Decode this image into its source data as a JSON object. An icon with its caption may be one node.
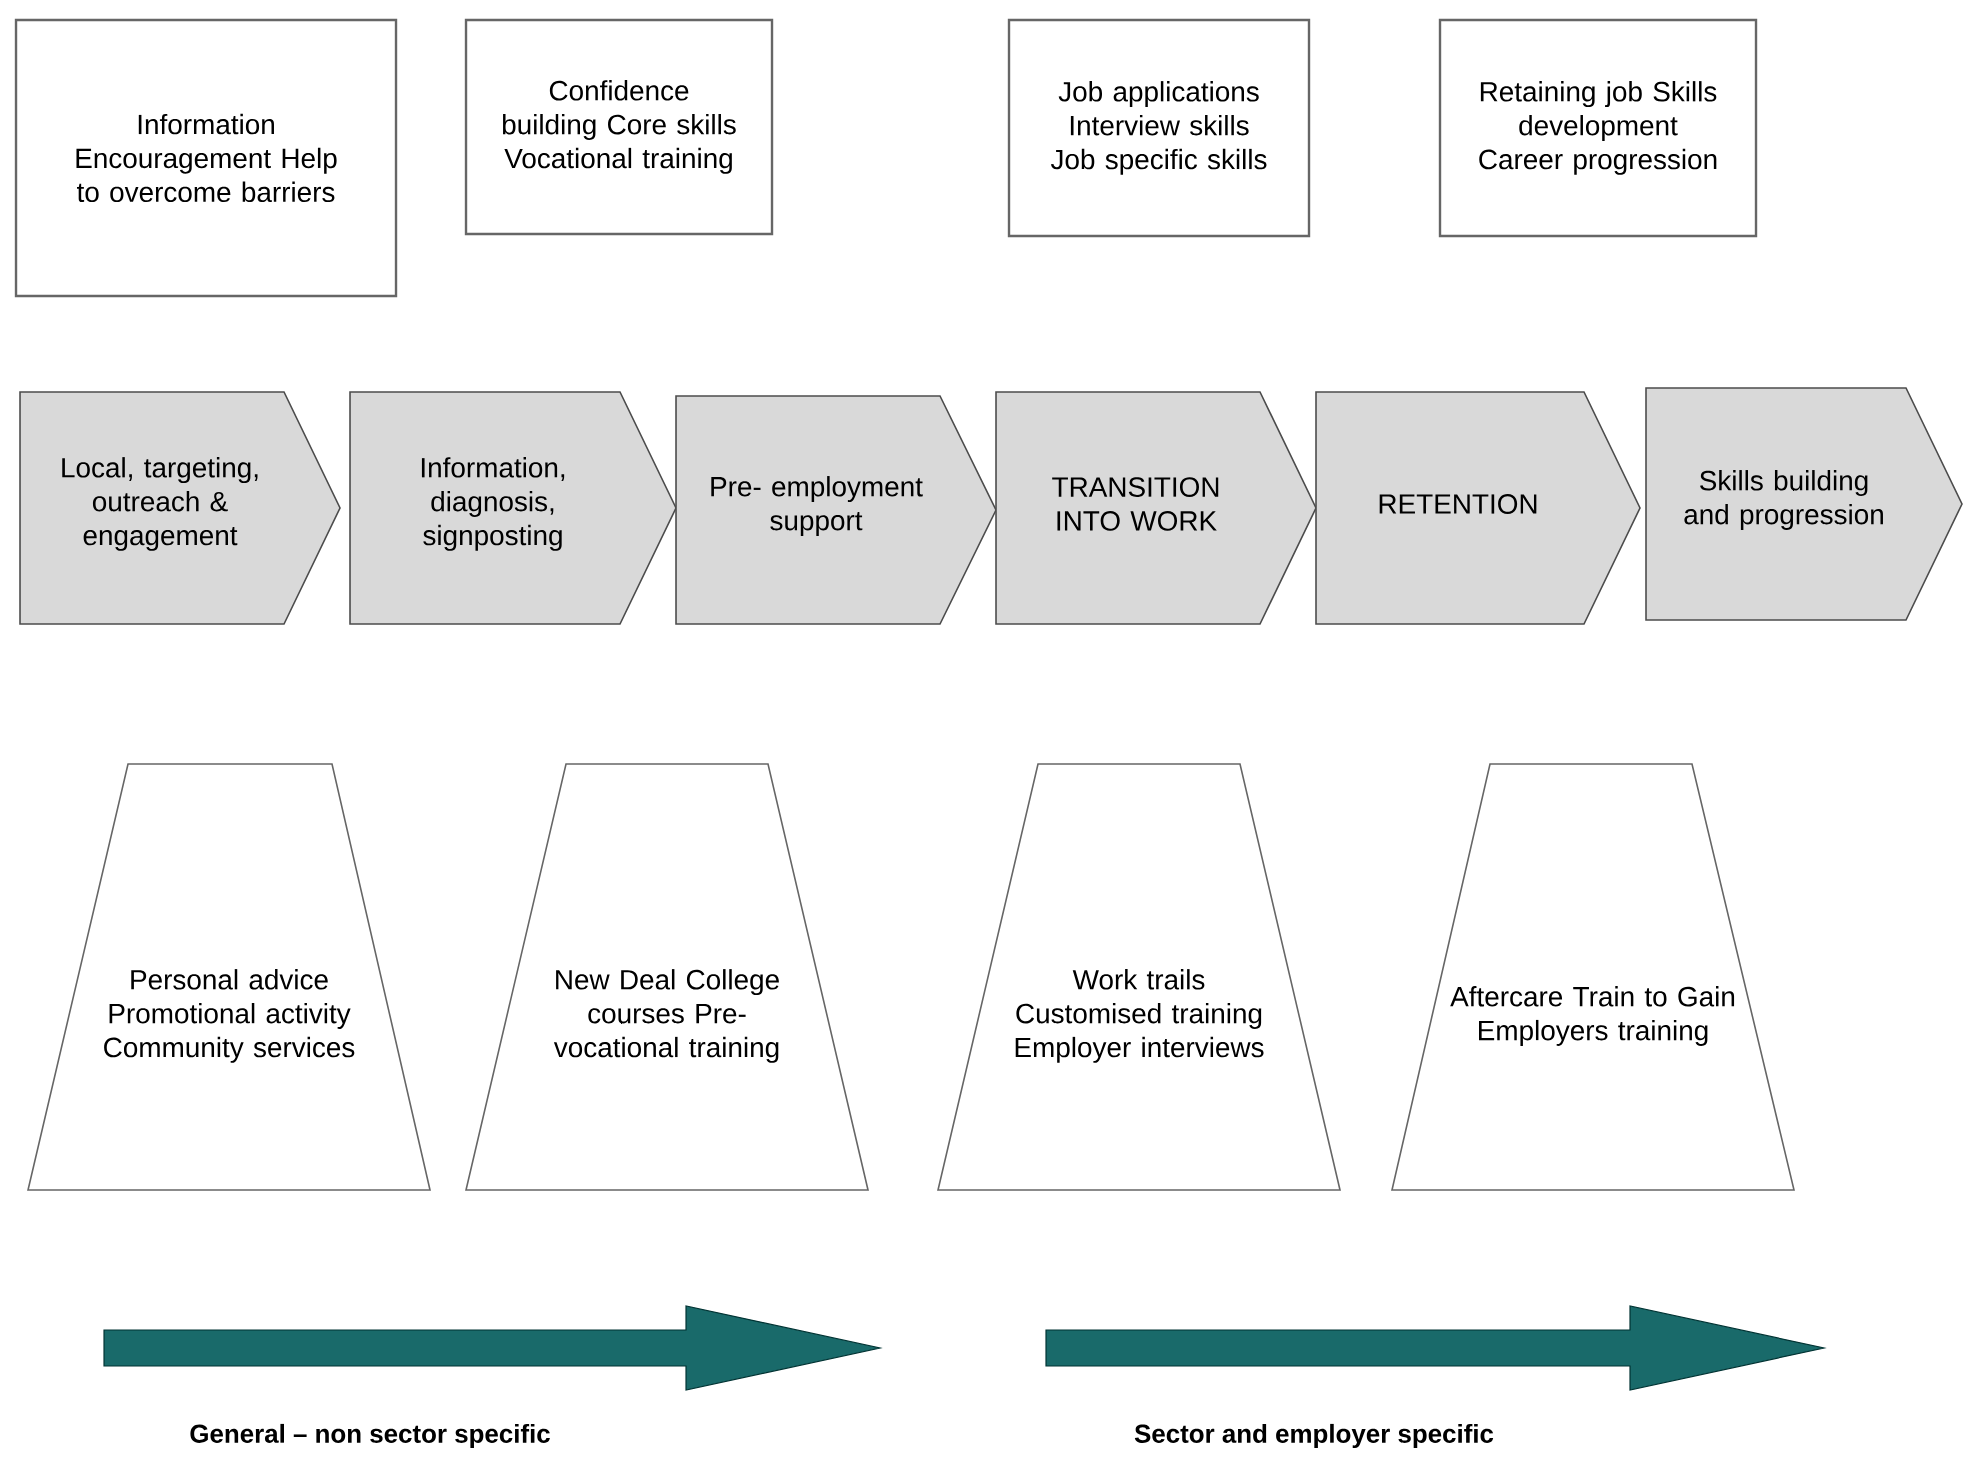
{
  "diagram": {
    "nodes": [
      {
        "text": [
          "Information Encouragement Help to overcome barriers"
        ]
      },
      {
        "text": [
          "Confidence building Core skills Vocational training"
        ]
      },
      {
        "text": [
          "Job applications Interview skills Job specific skills"
        ]
      },
      {
        "text": [
          "Retaining job Skills development Career progression"
        ]
      },
      {
        "text": [
          "Local, targeting, outreach & engagement"
        ]
      },
      {
        "text": [
          "Information, diagnosis, signposting"
        ]
      },
      {
        "text": [
          "Pre- employment support"
        ]
      },
      {
        "text": [
          "TRANSITION INTO WORK"
        ]
      },
      {
        "text": [
          "RETENTION"
        ]
      },
      {
        "text": [
          "Skills building and progression"
        ]
      },
      {
        "text": [
          "Personal advice Promotional activity Community services"
        ]
      },
      {
        "text": [
          "New Deal College courses Pre-vocational training"
        ]
      },
      {
        "text": [
          "Work trails Customised training Employer interviews"
        ]
      },
      {
        "text": [
          "Aftercare Train to Gain Employers training"
        ]
      }
    ],
    "edges": [],
    "labels": [
      "General – non sector specific",
      "Sector and employer specific"
    ]
  }
}
